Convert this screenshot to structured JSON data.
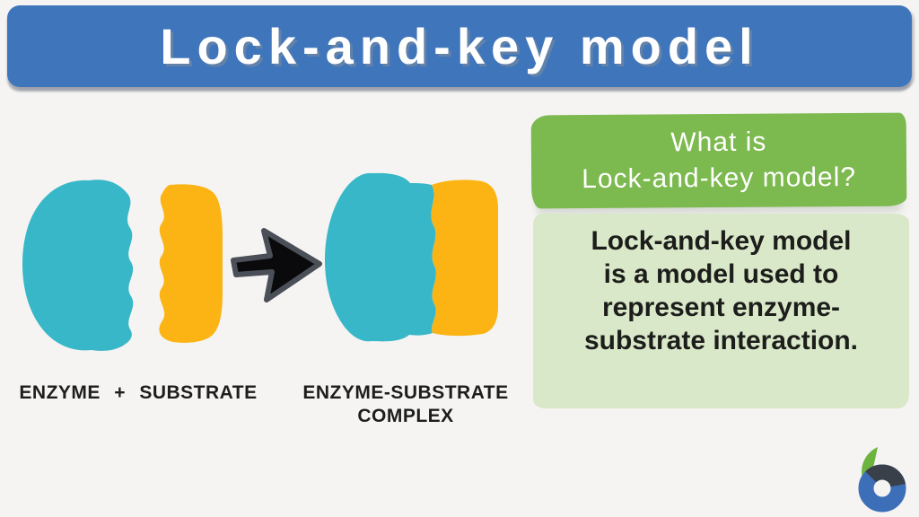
{
  "header": {
    "title": "Lock-and-key model",
    "background": "#3f76bb",
    "text_color": "#ffffff"
  },
  "figure": {
    "left_label": "ENZYME + SUBSTRATE",
    "right_label_line1": "ENZYME-SUBSTRATE",
    "right_label_line2": "COMPLEX",
    "colors": {
      "enzyme": "#38b7c8",
      "substrate": "#fbb414",
      "arrow_fill": "#0a0a0c",
      "arrow_outline": "#4a4f58"
    }
  },
  "question_banner": {
    "line1": "What is",
    "line2": "Lock-and-key model?",
    "background": "#7cb94e",
    "text_color": "#ffffff"
  },
  "definition_box": {
    "text": "Lock-and-key model is a model used to represent enzyme-substrate interaction.",
    "background": "#d9e8c8",
    "text_color": "#1d1d1b"
  },
  "logo": {
    "name": "brand-logo",
    "colors": {
      "leaf": "#6db33f",
      "ring_dark": "#394049",
      "ring_blue": "#3d6fb8"
    }
  }
}
